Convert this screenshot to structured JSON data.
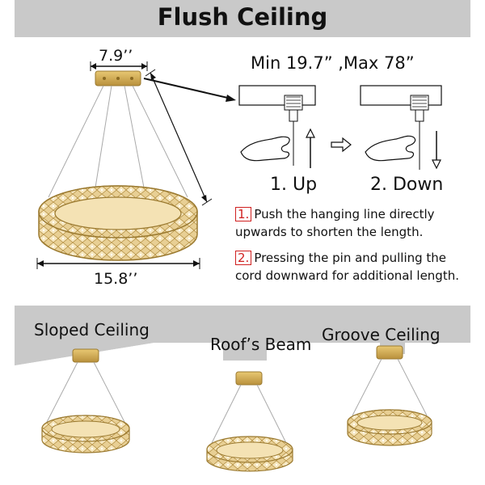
{
  "header": {
    "title": "Flush Ceiling"
  },
  "dimensions": {
    "canopy_width": "7.9’’",
    "ring_width": "15.8’’",
    "height_range": "Min 19.7” ,Max 78”"
  },
  "steps": [
    {
      "label": "1. Up",
      "number": "1.",
      "text_line1": "Push the hanging line directly",
      "text_line2": "upwards to shorten the length."
    },
    {
      "label": "2. Down",
      "number": "2.",
      "text_line1": "Pressing the pin and pulling the",
      "text_line2": "cord downward for additional length."
    }
  ],
  "ceiling_types": {
    "sloped": "Sloped Ceiling",
    "beam": "Roof’s Beam",
    "groove": "Groove Ceiling"
  },
  "colors": {
    "banner": "#c9c9c9",
    "gold": "#c9a14c",
    "marker": "#d02020"
  }
}
